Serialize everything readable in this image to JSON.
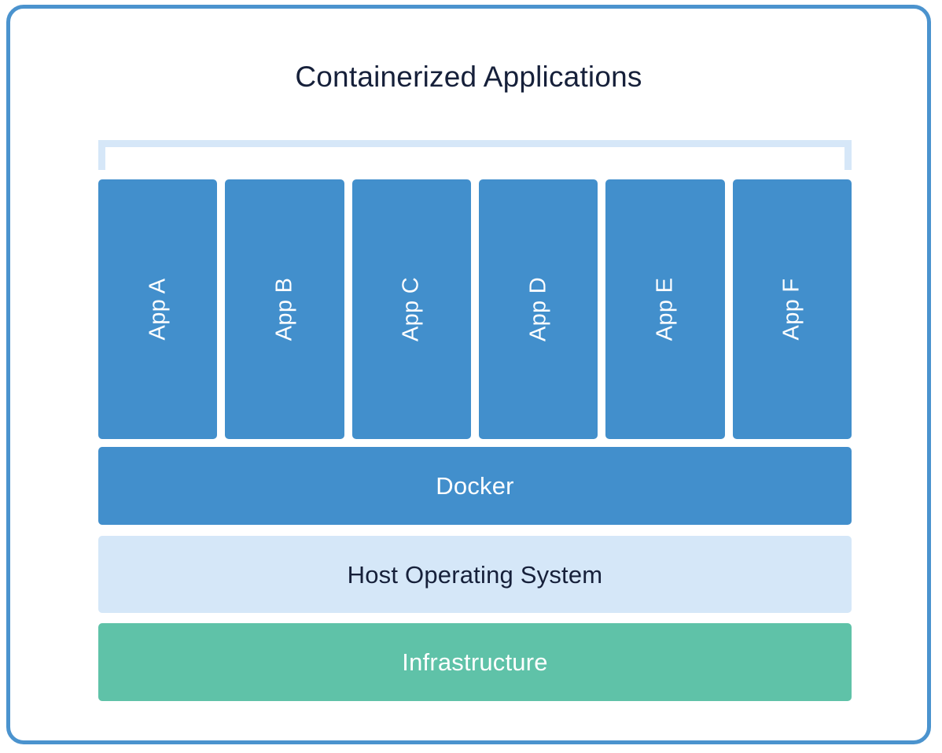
{
  "diagram": {
    "title": "Containerized Applications",
    "type": "docker-architecture-stack",
    "border_color": "#4b93ce",
    "background": "#ffffff",
    "bracket": {
      "name": "containerized-apps-bracket",
      "color": "#d6e7f8"
    },
    "app_layer": {
      "color": "#428fcc",
      "text_color": "#ffffff",
      "apps": [
        {
          "label": "App A"
        },
        {
          "label": "App B"
        },
        {
          "label": "App C"
        },
        {
          "label": "App D"
        },
        {
          "label": "App E"
        },
        {
          "label": "App F"
        }
      ]
    },
    "layers": [
      {
        "label": "Docker",
        "color": "#428fcc",
        "text_color": "#ffffff"
      },
      {
        "label": "Host Operating System",
        "color": "#d5e7f8",
        "text_color": "#16203a"
      },
      {
        "label": "Infrastructure",
        "color": "#5fc2a8",
        "text_color": "#ffffff"
      }
    ]
  }
}
